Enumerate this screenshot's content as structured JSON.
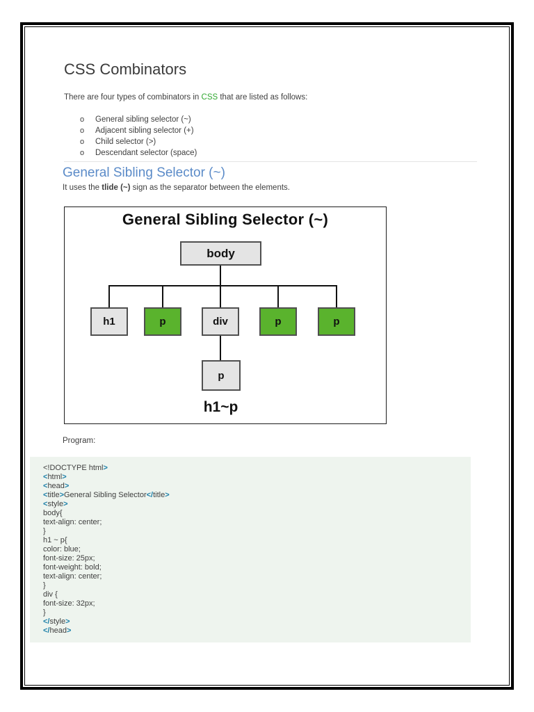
{
  "page": {
    "title": "CSS Combinators",
    "intro": {
      "prefix": "There are four types of combinators in ",
      "highlight": "CSS",
      "suffix": " that are listed as follows:",
      "highlight_color": "#31a831"
    },
    "list": {
      "bullet": "o",
      "items": [
        "General sibling selector (~)",
        "Adjacent sibling selector (+)",
        "Child selector (>)",
        "Descendant selector (space)"
      ]
    },
    "section": {
      "heading": "General Sibling Selector (~)",
      "heading_color": "#5b8bc8",
      "desc_prefix": "It uses the ",
      "desc_bold": "tlide (~)",
      "desc_suffix": " sign as the separator between the elements."
    },
    "diagram": {
      "title": "General Sibling Selector (~)",
      "caption": "h1~p",
      "nodes": {
        "root": "body",
        "children": [
          "h1",
          "p",
          "div",
          "p",
          "p"
        ],
        "grandchild": "p"
      },
      "colors": {
        "match_fill": "#5ab32d",
        "plain_fill": "#e4e4e4",
        "box_border": "#4f4f4f"
      }
    },
    "program_label": "Program:",
    "code": {
      "background": "#eef4ee",
      "bracket_color": "#1b7fa8",
      "lines": [
        [
          [
            "p",
            "<!DOCTYPE html"
          ],
          [
            "b",
            ">"
          ]
        ],
        [
          [
            "b",
            "<"
          ],
          [
            "p",
            "html"
          ],
          [
            "b",
            ">"
          ]
        ],
        [
          [
            "b",
            "<"
          ],
          [
            "p",
            "head"
          ],
          [
            "b",
            ">"
          ]
        ],
        [
          [
            "b",
            "<"
          ],
          [
            "p",
            "title"
          ],
          [
            "b",
            ">"
          ],
          [
            "p",
            "General Sibling Selector"
          ],
          [
            "b",
            "<_SL_"
          ],
          [
            "p",
            "title"
          ],
          [
            "b",
            ">"
          ]
        ],
        [
          [
            "b",
            "<"
          ],
          [
            "p",
            "style"
          ],
          [
            "b",
            ">"
          ]
        ],
        [
          [
            "p",
            "body{"
          ]
        ],
        [
          [
            "p",
            "text-align: center;"
          ]
        ],
        [
          [
            "p",
            "}"
          ]
        ],
        [
          [
            "p",
            "h1 ~ p{"
          ]
        ],
        [
          [
            "p",
            "color: blue;"
          ]
        ],
        [
          [
            "p",
            "font-size: 25px;"
          ]
        ],
        [
          [
            "p",
            "font-weight: bold;"
          ]
        ],
        [
          [
            "p",
            "text-align: center;"
          ]
        ],
        [
          [
            "p",
            "}"
          ]
        ],
        [
          [
            "p",
            "div {"
          ]
        ],
        [
          [
            "p",
            "font-size: 32px;"
          ]
        ],
        [
          [
            "p",
            "}"
          ]
        ],
        [
          [
            "b",
            "<_SL_"
          ],
          [
            "p",
            "style"
          ],
          [
            "b",
            ">"
          ]
        ],
        [
          [
            "b",
            "<_SL_"
          ],
          [
            "p",
            "head"
          ],
          [
            "b",
            ">"
          ]
        ]
      ]
    }
  }
}
